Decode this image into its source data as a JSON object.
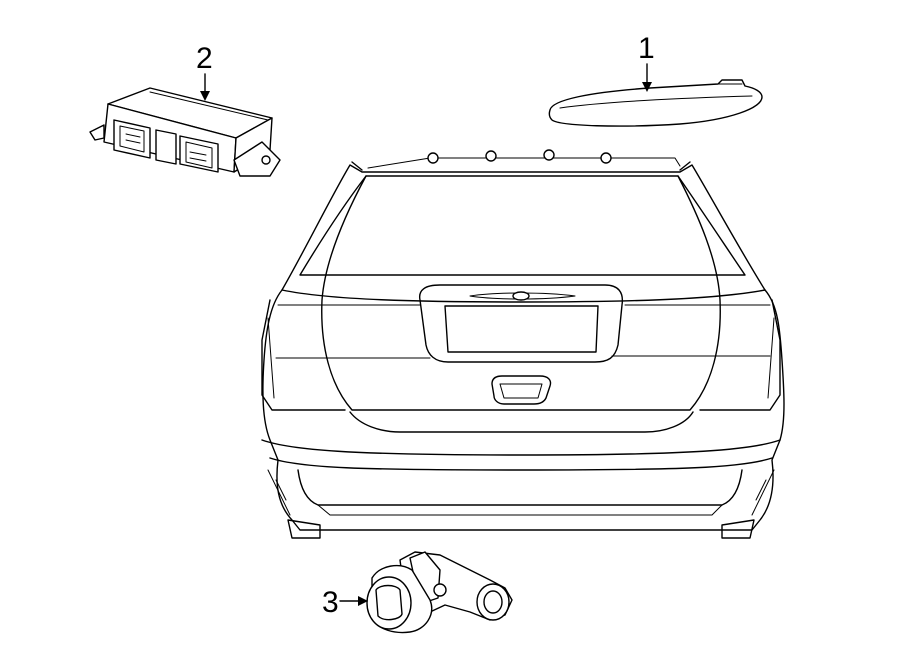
{
  "callouts": [
    {
      "number": "1",
      "part": "high-mount-stop-lamp"
    },
    {
      "number": "2",
      "part": "park-assist-control-module"
    },
    {
      "number": "3",
      "part": "park-assist-sensor"
    }
  ]
}
